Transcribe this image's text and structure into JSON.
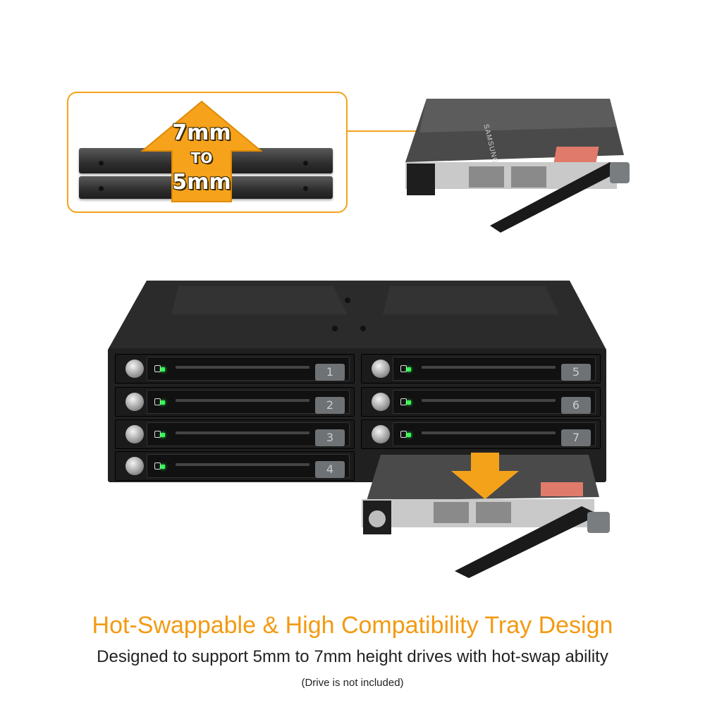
{
  "callout": {
    "arrow_line1": "7mm",
    "arrow_line2": "TO",
    "arrow_line3": "5mm"
  },
  "top_drive_brand": "SAMSUNG",
  "bays": [
    {
      "number": "1"
    },
    {
      "number": "2"
    },
    {
      "number": "3"
    },
    {
      "number": "4"
    },
    {
      "number": "5"
    },
    {
      "number": "6"
    },
    {
      "number": "7"
    }
  ],
  "headline": "Hot-Swappable & High Compatibility Tray Design",
  "subline": "Designed to support 5mm to 7mm height drives with hot-swap ability",
  "note": "(Drive is not included)",
  "colors": {
    "accent": "#f5a21b",
    "headline": "#f39a12",
    "led": "#33ff55"
  }
}
